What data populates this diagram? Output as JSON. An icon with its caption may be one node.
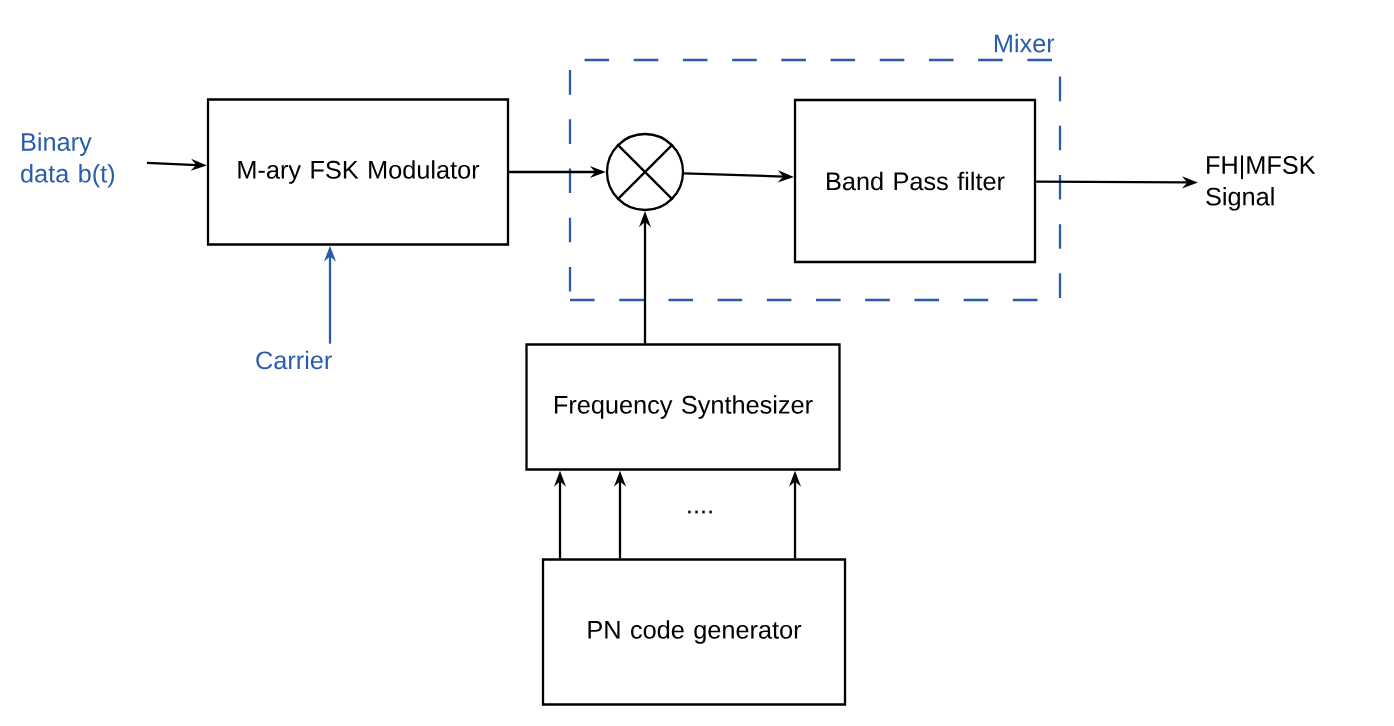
{
  "diagram": {
    "nodes": [
      {
        "text": [
          "Binary data b(t)"
        ]
      },
      {
        "text": [
          "M-ary FSK Modulator"
        ]
      },
      {
        "text": [
          "Carrier"
        ]
      },
      {
        "text": [
          "Mixer"
        ]
      },
      {
        "text": [],
        "shape": "circle",
        "in": 3
      },
      {
        "text": [
          "Band Pass filter"
        ],
        "in": 3
      },
      {
        "text": [
          "FH|MFSK Signal"
        ]
      },
      {
        "text": [
          "Frequency Synthesizer"
        ]
      },
      {
        "text": [
          "PN code generator"
        ]
      }
    ],
    "edges": [
      {
        "from": 0,
        "to": 1,
        "arrow": "to"
      },
      {
        "from": 2,
        "to": 1,
        "arrow": "to",
        "color": "#2a5caa"
      },
      {
        "from": 1,
        "to": 4,
        "arrow": "to"
      },
      {
        "from": 4,
        "to": 5,
        "arrow": "to"
      },
      {
        "from": 7,
        "to": 4,
        "arrow": "to"
      },
      {
        "from": 8,
        "to": 7,
        "arrow": "to"
      },
      {
        "from": 8,
        "to": 7,
        "arrow": "to"
      },
      {
        "from": 8,
        "to": 7,
        "arrow": "to"
      },
      {
        "from": 5,
        "to": 6,
        "arrow": "to"
      }
    ],
    "labels": [
      "...."
    ]
  }
}
